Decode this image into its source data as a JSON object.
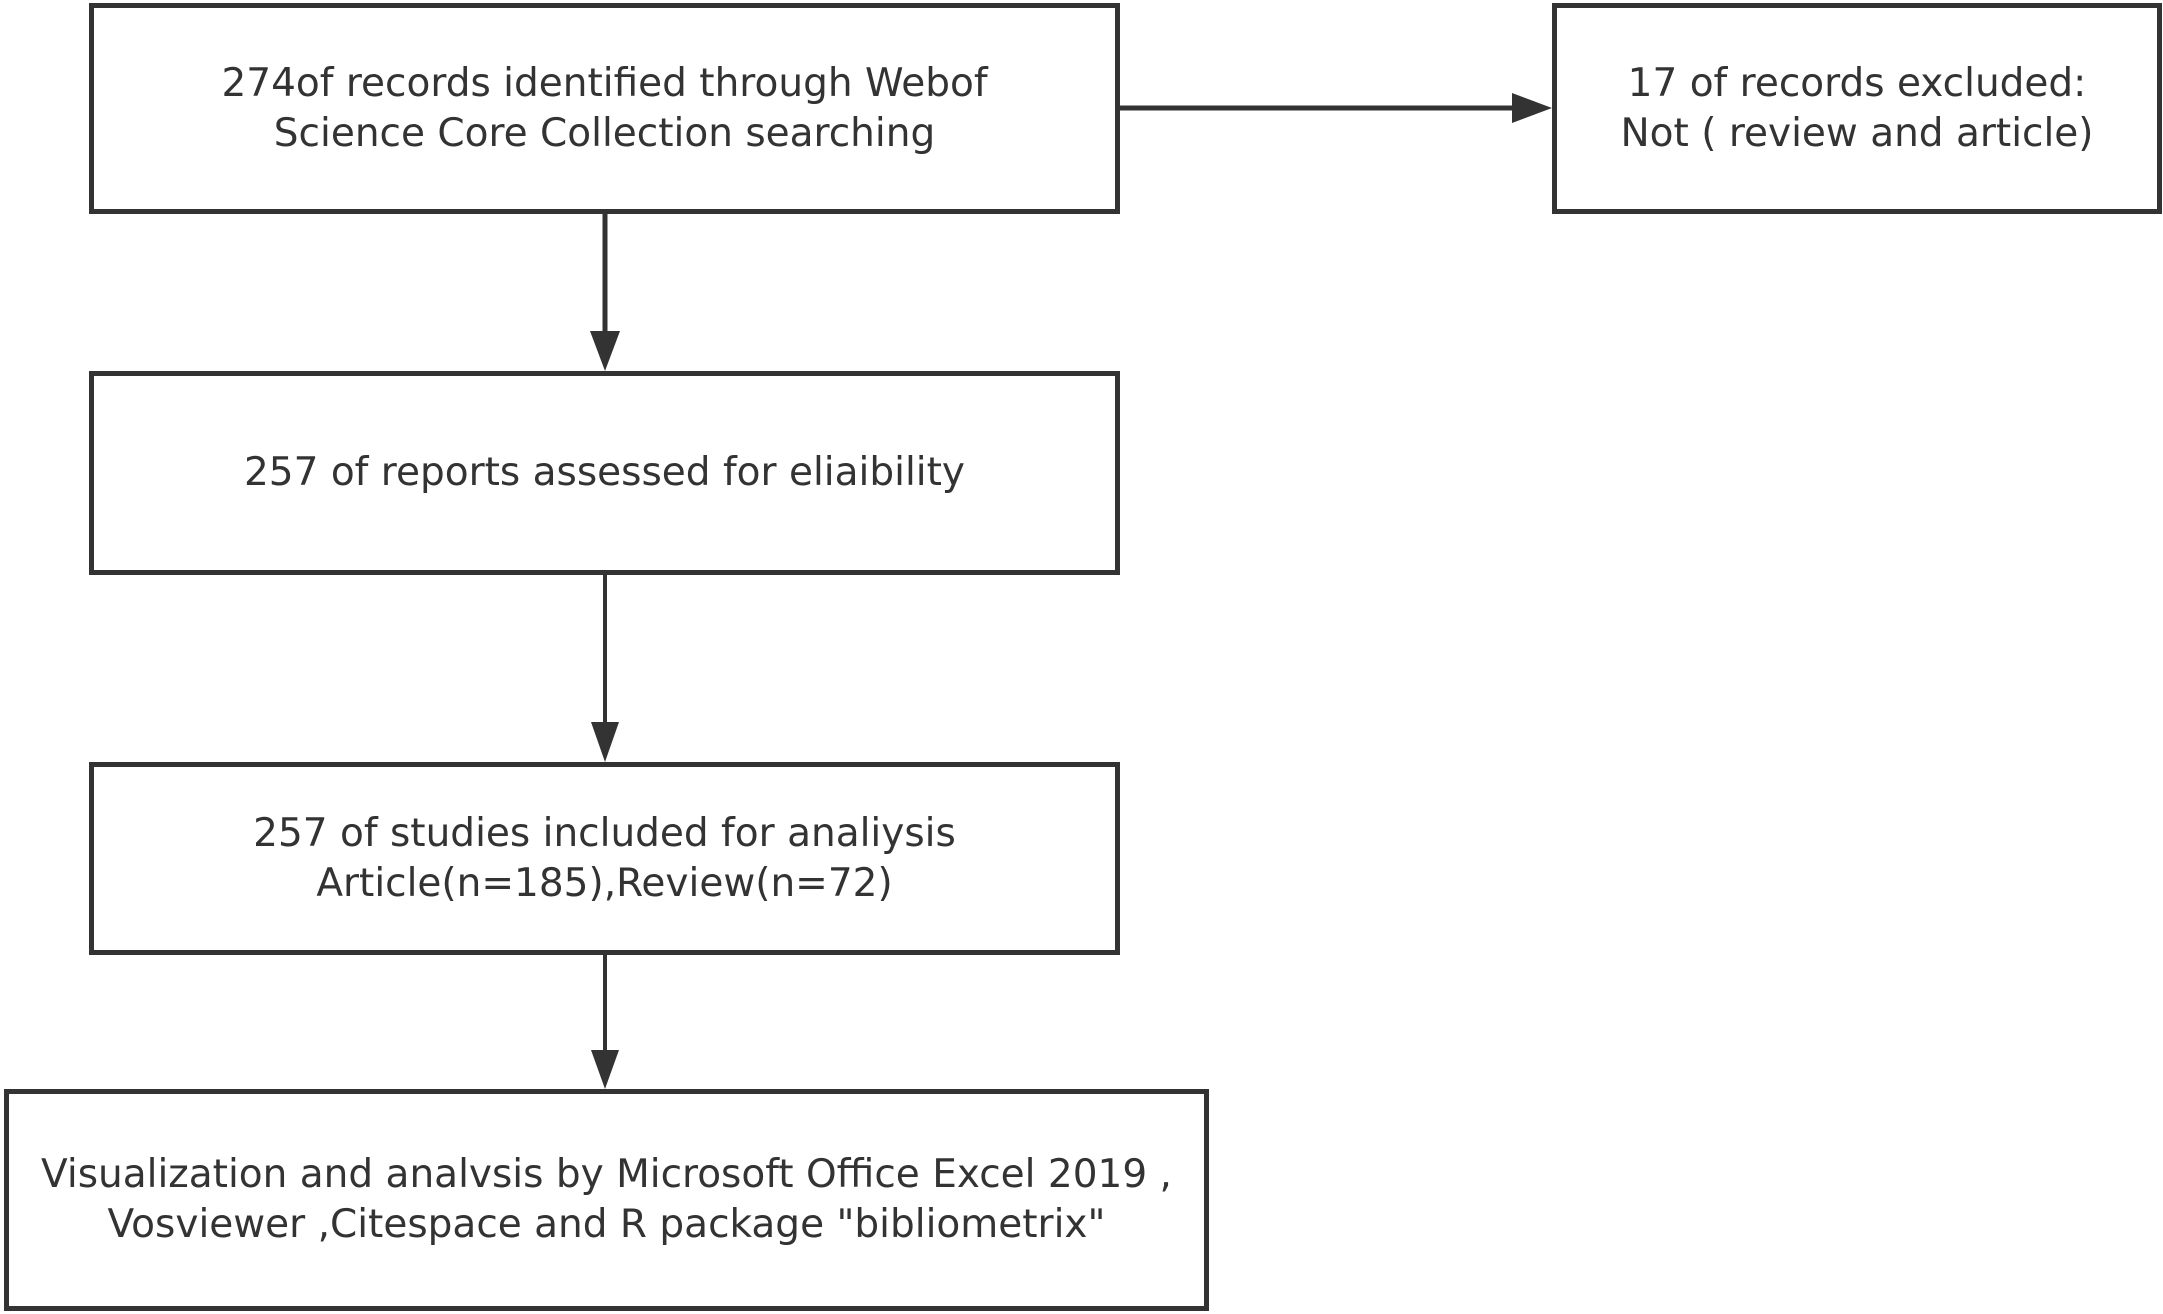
{
  "nodes": [
    {
      "id": "identified",
      "lines": [
        "274of records identified through Webof",
        "Science Core Collection searching"
      ]
    },
    {
      "id": "excluded",
      "lines": [
        "17 of records excluded:",
        "Not ( review and article)"
      ]
    },
    {
      "id": "assessed",
      "lines": [
        "257 of reports assessed for eliaibility"
      ]
    },
    {
      "id": "included",
      "lines": [
        "257 of studies included for analiysis",
        "Article(n=185),Review(n=72)"
      ]
    },
    {
      "id": "visualization",
      "lines": [
        "Visualization and analvsis by Microsoft Office Excel 2019 ,",
        "Vosviewer ,Citespace and R package \"bibliometrix\""
      ]
    }
  ],
  "edges": [
    {
      "from": "identified",
      "to": "excluded"
    },
    {
      "from": "identified",
      "to": "assessed"
    },
    {
      "from": "assessed",
      "to": "included"
    },
    {
      "from": "included",
      "to": "visualization"
    }
  ],
  "colors": {
    "stroke": "#333333",
    "text": "#333333",
    "background": "#ffffff"
  }
}
